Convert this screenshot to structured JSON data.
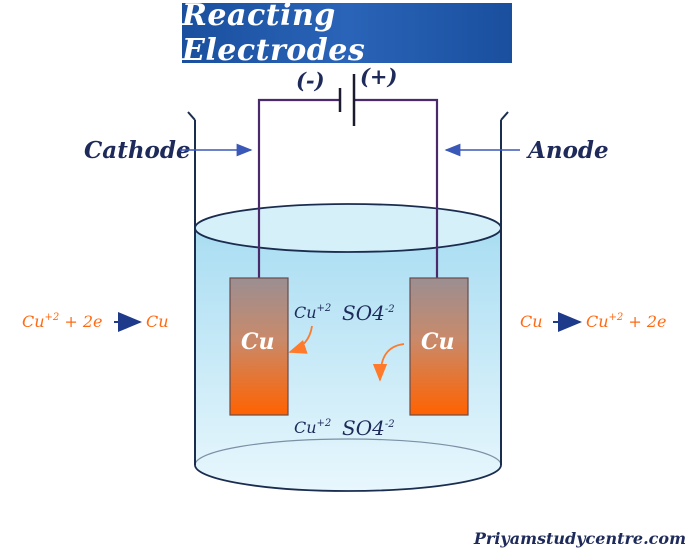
{
  "title": "Reacting Electrodes",
  "battery": {
    "negative": "(-)",
    "positive": "(+)"
  },
  "labels": {
    "cathode": "Cathode",
    "anode": "Anode"
  },
  "electrodes": {
    "left": "Cu",
    "right": "Cu"
  },
  "ions": {
    "upper_cu": "Cu",
    "upper_cu_charge": "+2",
    "upper_so4": "SO4",
    "upper_so4_charge": "-2",
    "lower_cu": "Cu",
    "lower_cu_charge": "+2",
    "lower_so4": "SO4",
    "lower_so4_charge": "-2"
  },
  "reactions": {
    "cathode": {
      "lhs_cu": "Cu",
      "lhs_charge": "+2",
      "lhs_rest": " + 2e",
      "rhs": "Cu"
    },
    "anode": {
      "lhs": "Cu",
      "rhs_cu": "Cu",
      "rhs_charge": "+2",
      "rhs_rest": " + 2e"
    }
  },
  "watermark": "Priyamstudycentre.com",
  "colors": {
    "wire": "#4b2a6b",
    "label": "#1e2b5a",
    "reaction": "#ff6a13",
    "electrode_top": "#9a8c90",
    "electrode_bottom": "#ff6a00",
    "liquid": "#bfe6f5",
    "banner": "#1a4f9e"
  }
}
